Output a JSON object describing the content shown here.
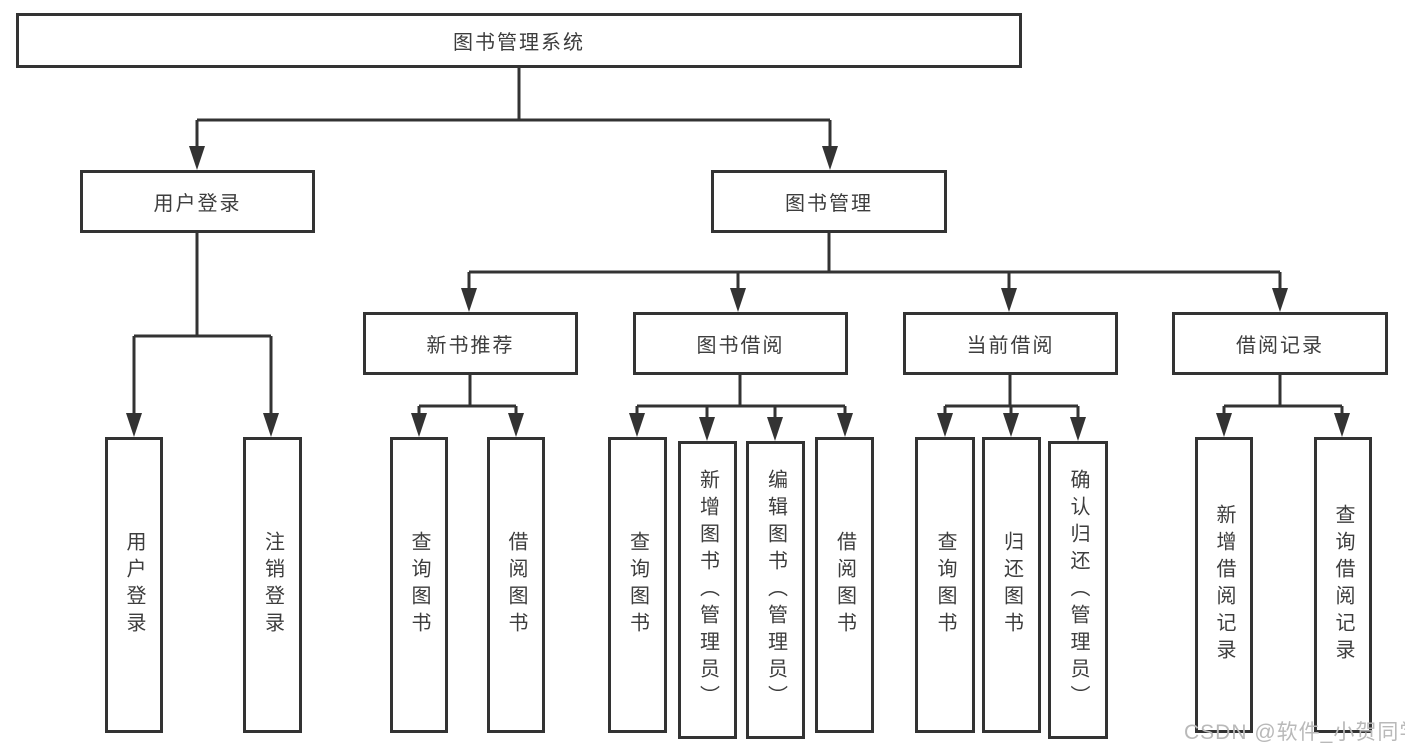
{
  "diagram": {
    "root": "图书管理系统",
    "user_login": {
      "label": "用户登录",
      "children": [
        "用户登录",
        "注销登录"
      ]
    },
    "book_mgmt": {
      "label": "图书管理",
      "sections": [
        {
          "label": "新书推荐",
          "children": [
            "查询图书",
            "借阅图书"
          ]
        },
        {
          "label": "图书借阅",
          "children": [
            "查询图书",
            "新增图书（管理员）",
            "编辑图书（管理员）",
            "借阅图书"
          ]
        },
        {
          "label": "当前借阅",
          "children": [
            "查询图书",
            "归还图书",
            "确认归还（管理员）"
          ]
        },
        {
          "label": "借阅记录",
          "children": [
            "新增借阅记录",
            "查询借阅记录"
          ]
        }
      ]
    },
    "line_color": "#333333",
    "text_color": "#3d3d3d",
    "background_color": "#ffffff"
  },
  "watermark": {
    "text": "CSDN @软件_小贺同学",
    "color": "#b9b9b9"
  }
}
